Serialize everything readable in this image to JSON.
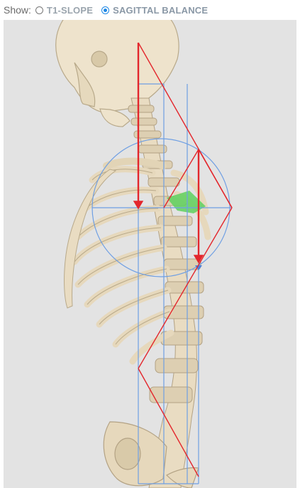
{
  "toolbar": {
    "show_label": "Show:",
    "options": [
      {
        "label": "T1-SLOPE",
        "selected": false
      },
      {
        "label": "SAGITTAL BALANCE",
        "selected": true
      }
    ]
  },
  "viewer": {
    "background": "#e3e3e3",
    "overlay_colors": {
      "red": "#e3262c",
      "blue": "#6f9fe3",
      "green": "#5ed15e"
    }
  }
}
